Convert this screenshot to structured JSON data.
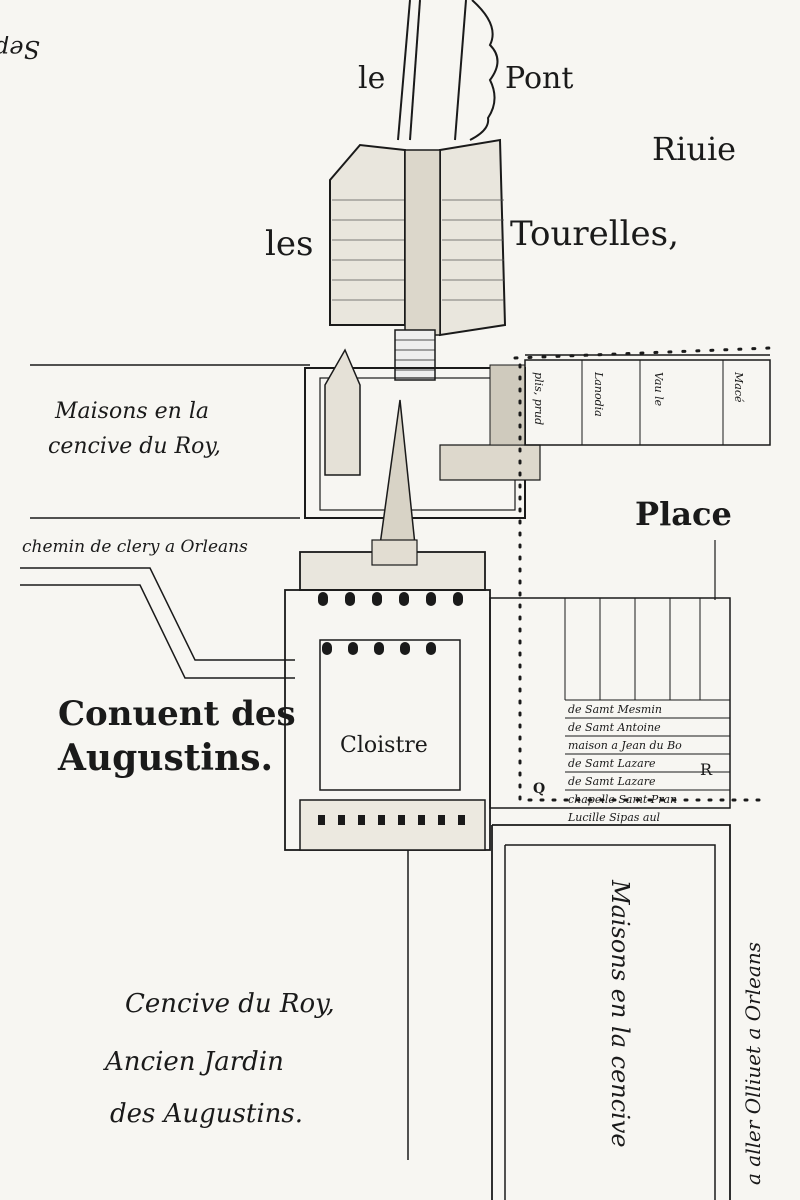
{
  "labels": {
    "septentrion": "Septen",
    "le": "le",
    "pont": "Pont",
    "riuie": "Riuie",
    "les": "les",
    "tourelles": "Tourelles,",
    "maisons_1": "Maisons en la",
    "maisons_2": "cencive du Roy,",
    "place": "Place",
    "chemin": "chemin de clery a Orleans",
    "convent_1": "Conuent des",
    "convent_2": "Augustins.",
    "cloistre": "Cloistre",
    "cencive_1": "Cencive du Roy,",
    "cencive_2": "Ancien Jardin",
    "cencive_3": "des Augustins.",
    "maisons_cencive": "Maisons en la cencive",
    "aller": "a aller Olliuet a Orleans",
    "q": "Q",
    "r": "R",
    "lots": [
      "plis, prud",
      "Lanodia",
      "Vau le",
      "Macé"
    ],
    "right_rows": [
      "de Samt Mesmin",
      "de Samt Antoine",
      "maison a Jean du Bo",
      "de Samt Lazare",
      "de Samt Lazare",
      "chapelle Samt Pran",
      "Lucille Sipas aul"
    ]
  }
}
